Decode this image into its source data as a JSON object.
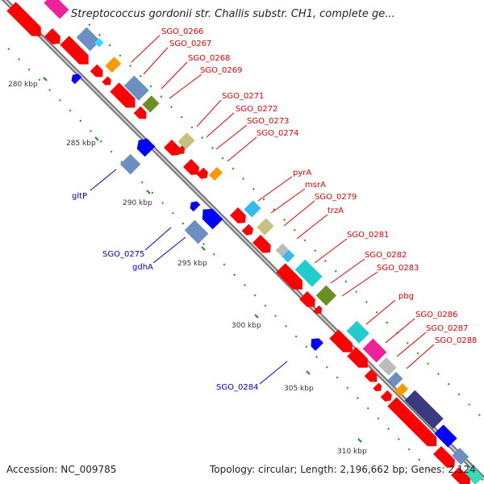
{
  "title": "Streptococcus gordonii str. Challis substr. CH1, complete ge...",
  "footer": {
    "accession": "Accession: NC_009785",
    "summary": "Topology: circular; Length: 2,196,662 bp; Genes: 2,124"
  },
  "scale_labels": [
    "280 kbp",
    "285 kbp",
    "290 kbp",
    "295 kbp",
    "300 kbp",
    "305 kbp",
    "310 kbp"
  ],
  "gene_labels_forward": [
    "SGO_0266",
    "SGO_0267",
    "SGO_0268",
    "SGO_0269",
    "SGO_0271",
    "SGO_0272",
    "SGO_0273",
    "SGO_0274",
    "pyrA",
    "msrA",
    "SGO_0279",
    "trzA",
    "SGO_0281",
    "SGO_0282",
    "SGO_0283",
    "pbg",
    "SGO_0286",
    "SGO_0287",
    "SGO_0288"
  ],
  "gene_labels_reverse": [
    "gltP",
    "SGO_0275",
    "gdhA",
    "SGO_0284"
  ],
  "colors": {
    "backbone": "#888888",
    "cds": "#ff0000",
    "forward_label": "#e00000",
    "reverse_label": "#0000cc",
    "gene_blue": "#0000ff",
    "steel": "#6a8fc0",
    "olive": "#6b8e23",
    "khaki": "#c8c080",
    "orange": "#ff9900",
    "cyan": "#22cccc",
    "skyblue": "#33bbee",
    "magenta": "#ee2299",
    "silver": "#bbbbbb",
    "indigo": "#3a3a80",
    "tick_green": "#228b22"
  }
}
